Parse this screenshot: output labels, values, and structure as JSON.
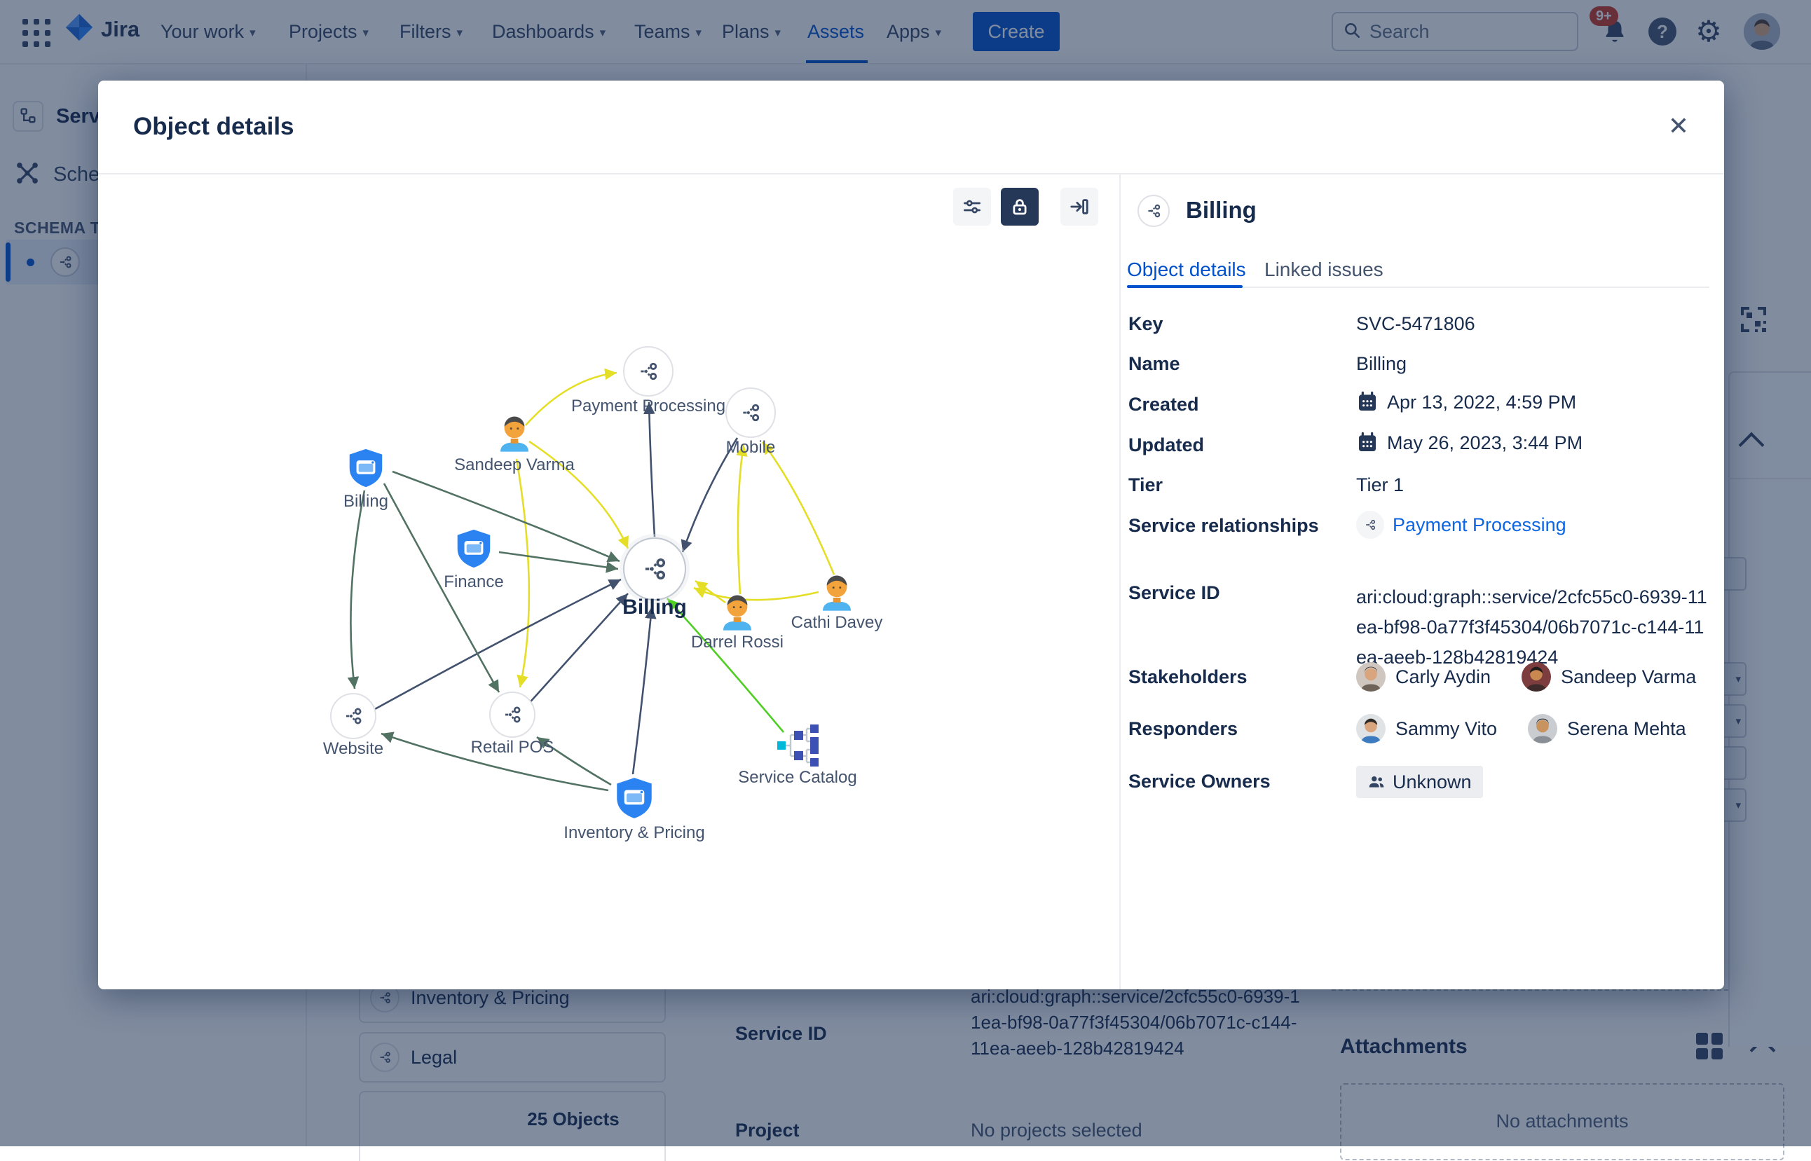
{
  "nav": {
    "logo_text": "Jira",
    "items": [
      {
        "label": "Your work"
      },
      {
        "label": "Projects"
      },
      {
        "label": "Filters"
      },
      {
        "label": "Dashboards"
      },
      {
        "label": "Teams"
      },
      {
        "label": "Plans"
      },
      {
        "label": "Assets"
      },
      {
        "label": "Apps"
      }
    ],
    "create_label": "Create",
    "search_placeholder": "Search",
    "notification_badge": "9+"
  },
  "sidebar": {
    "item_service": "Serv",
    "item_schema": "Sche",
    "section_title": "SCHEMA TR"
  },
  "modal": {
    "title": "Object details",
    "close_glyph": "✕"
  },
  "graph": {
    "nodes": [
      {
        "id": "payment-processing",
        "label": "Payment Processing",
        "type": "service"
      },
      {
        "id": "mobile",
        "label": "Mobile",
        "type": "service"
      },
      {
        "id": "sandeep-varma",
        "label": "Sandeep Varma",
        "type": "person"
      },
      {
        "id": "billing-app",
        "label": "Billing",
        "type": "shield"
      },
      {
        "id": "finance",
        "label": "Finance",
        "type": "shield"
      },
      {
        "id": "billing-center",
        "label": "Billing",
        "type": "service-main"
      },
      {
        "id": "darrel-rossi",
        "label": "Darrel Rossi",
        "type": "person"
      },
      {
        "id": "cathi-davey",
        "label": "Cathi Davey",
        "type": "person"
      },
      {
        "id": "website",
        "label": "Website",
        "type": "service"
      },
      {
        "id": "retail-pos",
        "label": "Retail POS",
        "type": "service"
      },
      {
        "id": "service-catalog",
        "label": "Service Catalog",
        "type": "catalog"
      },
      {
        "id": "inventory-pricing",
        "label": "Inventory & Pricing",
        "type": "shield"
      }
    ]
  },
  "panel": {
    "title": "Billing",
    "tabs": [
      {
        "label": "Object details",
        "active": true
      },
      {
        "label": "Linked issues",
        "active": false
      }
    ],
    "fields": {
      "key": {
        "label": "Key",
        "value": "SVC-5471806"
      },
      "name": {
        "label": "Name",
        "value": "Billing"
      },
      "created": {
        "label": "Created",
        "value": "Apr 13, 2022, 4:59 PM"
      },
      "updated": {
        "label": "Updated",
        "value": "May 26, 2023, 3:44 PM"
      },
      "tier": {
        "label": "Tier",
        "value": "Tier 1"
      },
      "relationships": {
        "label": "Service relationships",
        "value": "Payment Processing"
      },
      "service_id": {
        "label": "Service ID",
        "value": "ari:cloud:graph::service/2cfc55c0-6939-11ea-bf98-0a77f3f45304/06b7071c-c144-11ea-aeeb-128b42819424"
      },
      "stakeholders": {
        "label": "Stakeholders",
        "people": [
          "Carly Aydin",
          "Sandeep Varma"
        ]
      },
      "responders": {
        "label": "Responders",
        "people": [
          "Sammy Vito",
          "Serena Mehta"
        ]
      },
      "owners": {
        "label": "Service Owners",
        "value": "Unknown"
      }
    }
  },
  "background": {
    "cards": [
      "Inventory & Pricing",
      "Legal"
    ],
    "objects_count": "25 Objects",
    "service_id_label": "Service ID",
    "service_id_value": "ari:cloud:graph::service/2cfc55c0-6939-11ea-bf98-0a77f3f45304/06b7071c-c144-11ea-aeeb-128b42819424",
    "project_label": "Project",
    "project_value": "No projects selected",
    "attachments_title": "Attachments",
    "attachments_empty": "No attachments"
  },
  "colors": {
    "accent": "#0052CC",
    "edge_yellow": "#E4DE27",
    "edge_navy": "#42526E",
    "edge_green_dark": "#527263",
    "edge_green": "#4FCE24",
    "shield_blue": "#2B83F1",
    "badge_red": "#CA3521"
  }
}
